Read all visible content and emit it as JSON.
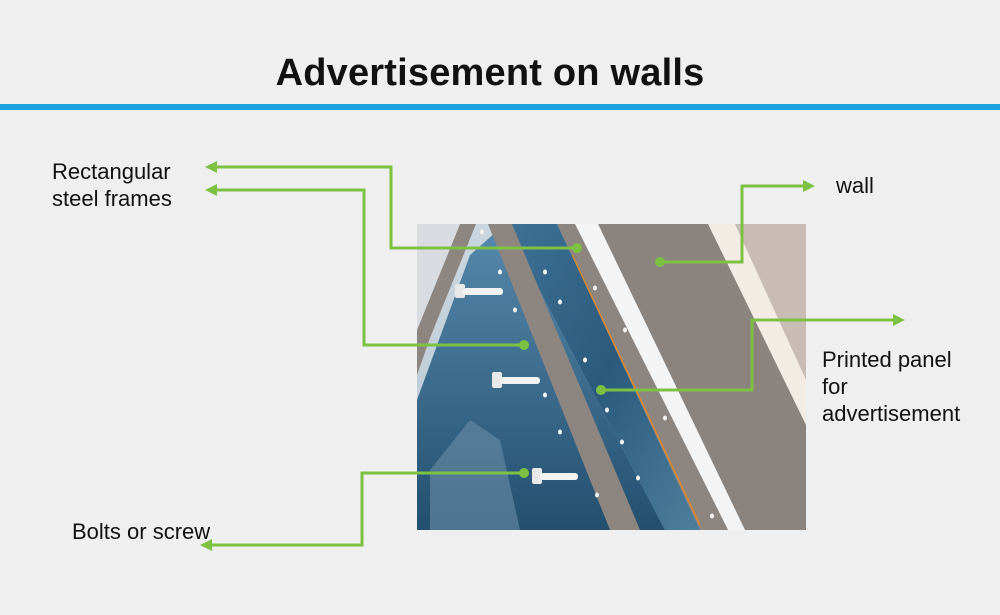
{
  "slide": {
    "title": "Advertisement on walls",
    "labels": {
      "frames": "Rectangular\nsteel frames",
      "wall": "wall",
      "panel": "Printed panel\nfor\nadvertisement",
      "bolts": "Bolts or screw"
    }
  },
  "colors": {
    "accent_rule": "#1aa1e0",
    "callout_line": "#7dc142",
    "steel_frame": "#8d8580",
    "wall": "#8a837e",
    "glass_panel": "#2e5f83",
    "orange_line": "#e0892a"
  },
  "icons": [
    "arrow-left-icon",
    "arrow-right-icon",
    "bolt-icon"
  ]
}
